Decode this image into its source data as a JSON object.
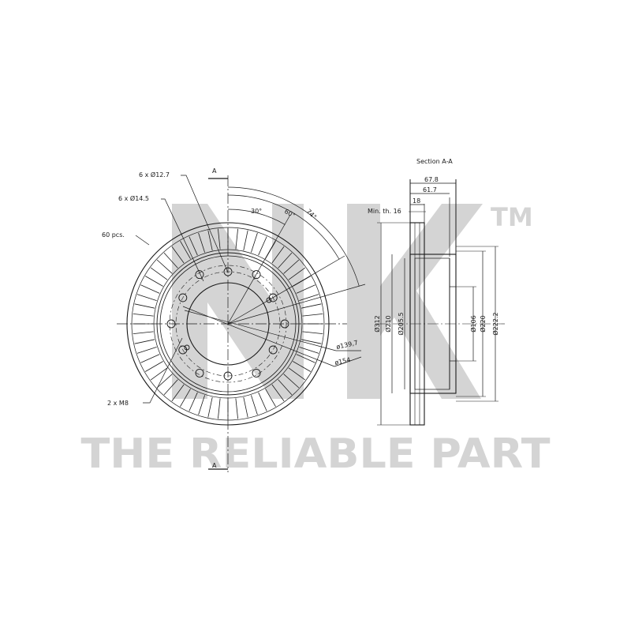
{
  "watermark": {
    "tagline": "THE RELIABLE PART",
    "tm": "TM",
    "color": "#d4d4d4"
  },
  "front_view": {
    "section_mark_top": "A",
    "section_mark_bottom": "A",
    "callouts": {
      "holes_large": "6 x Ø12.7",
      "holes_small": "6 x Ø14.5",
      "vanes": "60 pcs.",
      "threads": "2 x M8"
    },
    "angles": {
      "a30": "30°",
      "a60": "60°",
      "a74": "74°"
    },
    "diameters": {
      "pcd1": "ø139,7",
      "pcd2": "ø154"
    },
    "counts": {
      "vanes": 60,
      "bolt_holes": 6,
      "aux_holes": 6,
      "threads": 2
    }
  },
  "section_view": {
    "title": "Section  A-A",
    "min_thickness": "Min. th.  16",
    "widths": {
      "w1": "67.8",
      "w2": "61.7",
      "w3": "18"
    },
    "diameters": {
      "d312": "Ø312",
      "d210": "Ø210",
      "d205": "Ø205.5",
      "d106": "Ø106",
      "d220": "Ø220",
      "d222": "Ø222.2"
    }
  },
  "colors": {
    "line": "#1a1a1a"
  }
}
